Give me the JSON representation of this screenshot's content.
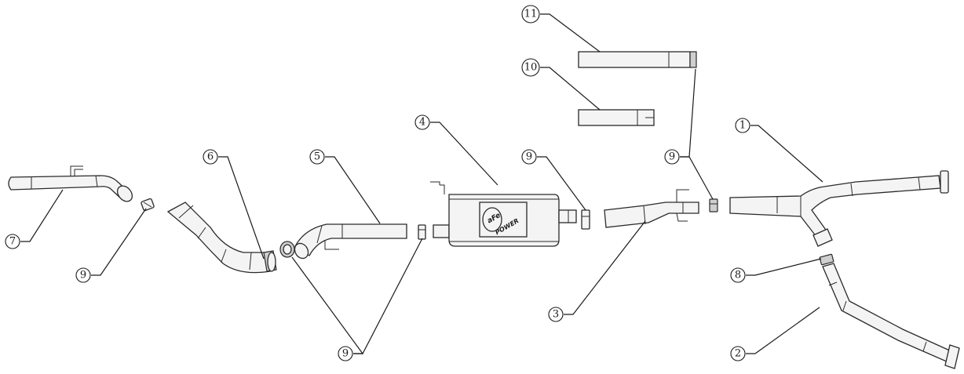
{
  "callouts": {
    "c1": "1",
    "c2": "2",
    "c3": "3",
    "c4": "4",
    "c5": "5",
    "c6": "6",
    "c7": "7",
    "c8": "8",
    "c9a": "9",
    "c9b": "9",
    "c9c": "9",
    "c9d": "9",
    "c10": "10",
    "c11": "11"
  },
  "muffler_logo": {
    "line1": "aFe",
    "line2": "POWER"
  }
}
